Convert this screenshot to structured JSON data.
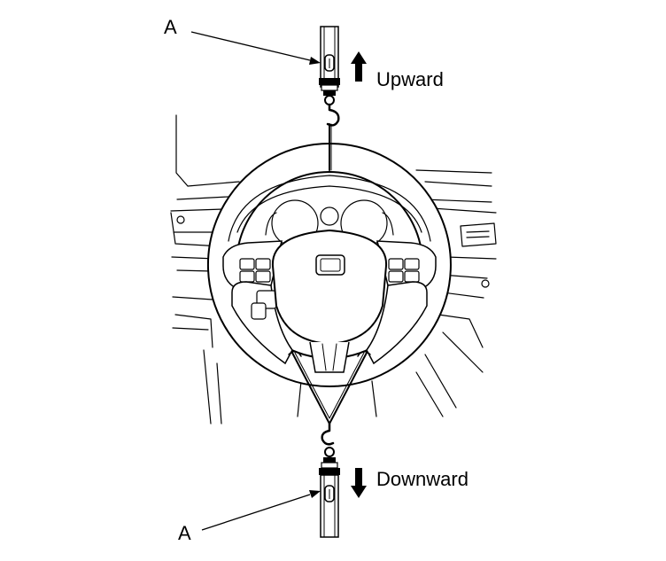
{
  "labels": {
    "callout_top": "A",
    "callout_bottom": "A",
    "upward": "Upward",
    "downward": "Downward"
  },
  "colors": {
    "ink": "#000000",
    "wheel_rim": "#ffffff",
    "background": "#ffffff"
  }
}
